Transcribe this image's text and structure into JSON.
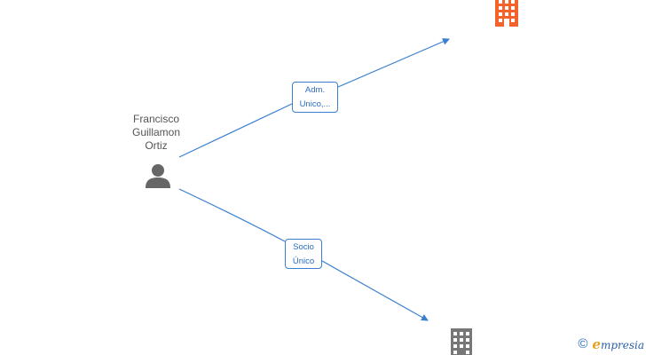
{
  "person": {
    "name_lines": [
      "Francisco",
      "Guillamon",
      "Ortiz"
    ],
    "icon": "person-icon"
  },
  "edges": [
    {
      "label_lines": [
        "Adm.",
        "Unico,..."
      ]
    },
    {
      "label_lines": [
        "Socio",
        "Único"
      ]
    }
  ],
  "companies": [
    {
      "icon": "building-icon",
      "color": "#f4622c"
    },
    {
      "icon": "building-icon",
      "color": "#777777"
    }
  ],
  "footer": {
    "copyright_symbol": "©",
    "brand_initial": "e",
    "brand_rest": "mpresia"
  },
  "colors": {
    "edge": "#3a7fd0",
    "text": "#555555",
    "person": "#666666"
  }
}
